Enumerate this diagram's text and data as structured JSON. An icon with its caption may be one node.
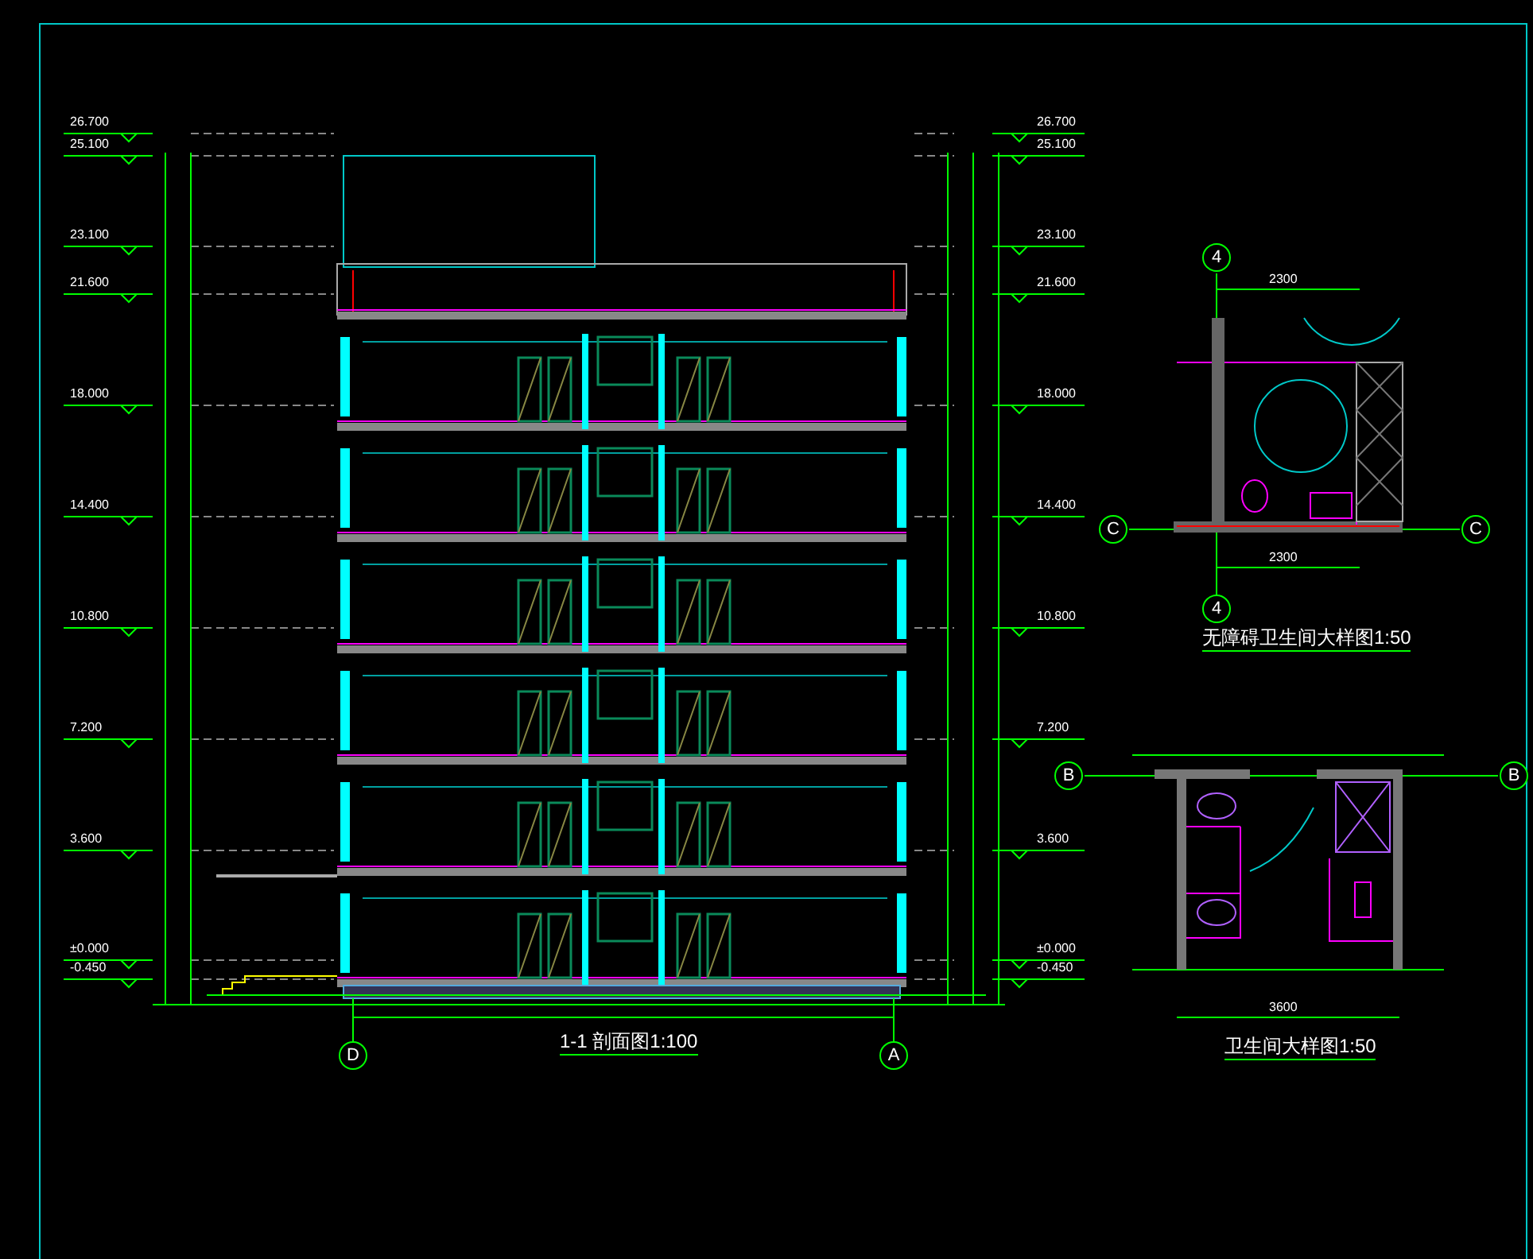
{
  "diagram": {
    "labels": [
      "26.700",
      "25.100",
      "23.100",
      "21.600",
      "18.000",
      "14.400",
      "10.800",
      "7.200",
      "3.600",
      "±0.000",
      "-0.450",
      "26.700",
      "25.100",
      "23.100",
      "21.600",
      "18.000",
      "14.400",
      "10.800",
      "7.200",
      "3.600",
      "±0.000",
      "-0.450",
      "1-1  剖面图1:100",
      "D",
      "A",
      "4",
      "C",
      "C",
      "2300",
      "2300",
      "4",
      "无障碍卫生间大样图1:50",
      "B",
      "B",
      "3600",
      "卫生间大样图1:50"
    ]
  }
}
